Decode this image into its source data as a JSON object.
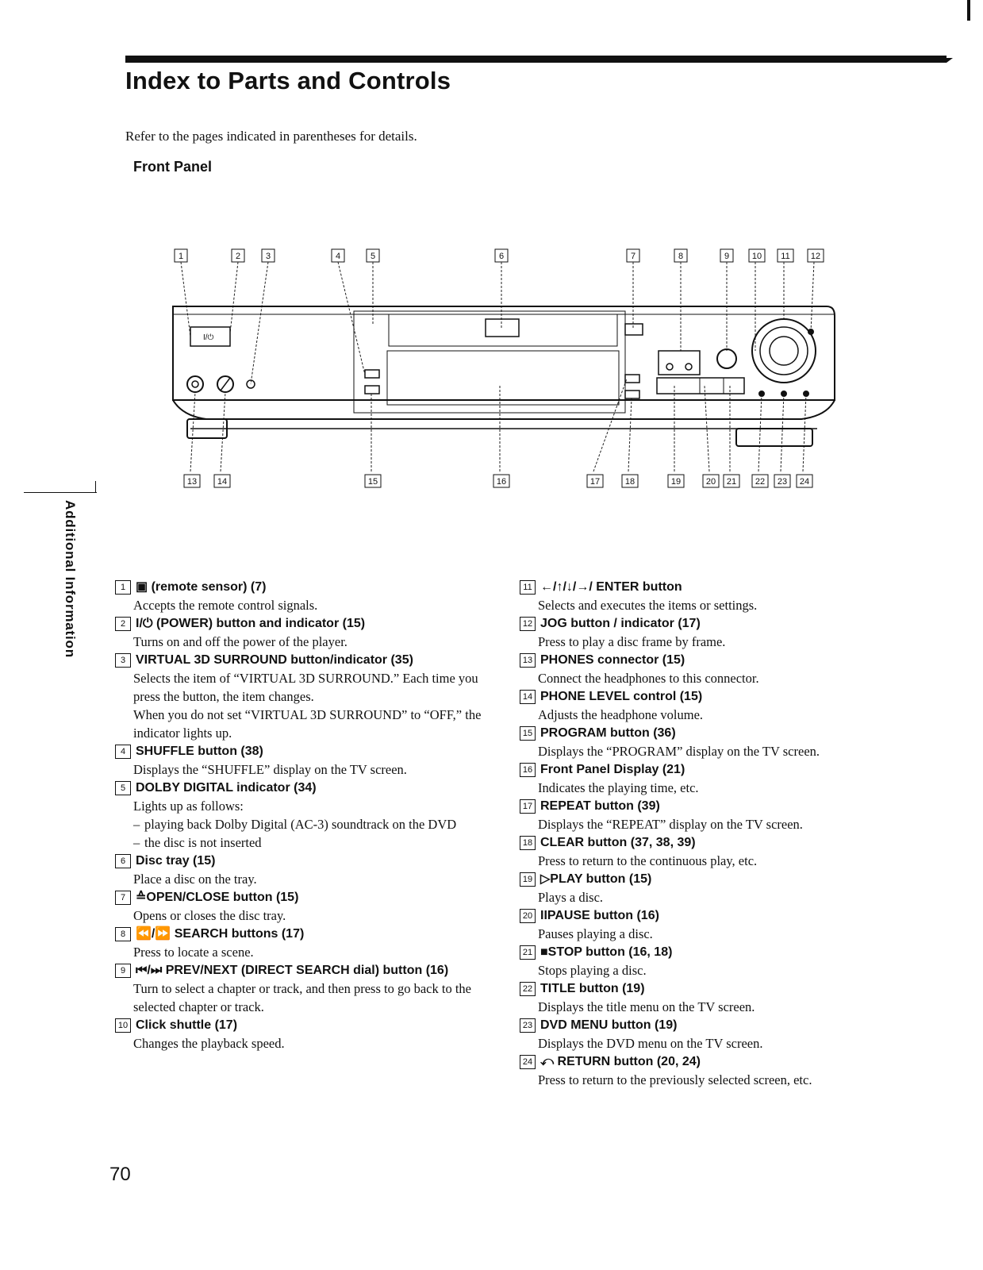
{
  "title": "Index to Parts and Controls",
  "intro": "Refer to the pages indicated in parentheses for details.",
  "subhead": "Front Panel",
  "side_tab": "Additional Information",
  "page_number": "70",
  "diagram": {
    "callouts_top": [
      "1",
      "2",
      "3",
      "4",
      "5",
      "6",
      "7",
      "8",
      "9",
      "10",
      "11",
      "12"
    ],
    "callouts_bottom": [
      "13",
      "14",
      "15",
      "16",
      "17",
      "18",
      "19",
      "20",
      "21",
      "22",
      "23",
      "24"
    ],
    "power_label": "I/⏻"
  },
  "left_items": [
    {
      "num": "1",
      "head": "▣ (remote sensor) (7)",
      "desc": [
        "Accepts the remote control signals."
      ]
    },
    {
      "num": "2",
      "head": "I/⏻ (POWER) button and indicator (15)",
      "desc": [
        "Turns on and off the power of the player."
      ]
    },
    {
      "num": "3",
      "head": "VIRTUAL 3D SURROUND button/indicator (35)",
      "desc": [
        "Selects the item of “VIRTUAL 3D SURROUND.” Each time you press the button, the item changes.",
        "When you do not set “VIRTUAL 3D SURROUND” to “OFF,” the indicator lights up."
      ]
    },
    {
      "num": "4",
      "head": "SHUFFLE button (38)",
      "desc": [
        "Displays the “SHUFFLE” display on the TV screen."
      ]
    },
    {
      "num": "5",
      "head": "DOLBY DIGITAL indicator (34)",
      "desc": [
        "Lights up as follows:"
      ],
      "bullets": [
        "playing back Dolby Digital (AC-3) soundtrack on the DVD",
        "the disc is not inserted"
      ]
    },
    {
      "num": "6",
      "head": "Disc tray (15)",
      "desc": [
        "Place a disc on the tray."
      ]
    },
    {
      "num": "7",
      "head": "≙OPEN/CLOSE button (15)",
      "desc": [
        "Opens or closes the disc tray."
      ]
    },
    {
      "num": "8",
      "head": "⏪/⏩ SEARCH buttons (17)",
      "desc": [
        "Press to locate a scene."
      ]
    },
    {
      "num": "9",
      "head": "⏮/⏭ PREV/NEXT (DIRECT SEARCH dial) button (16)",
      "desc": [
        "Turn to select a chapter or track, and then press to go back to the selected chapter or track."
      ]
    },
    {
      "num": "10",
      "head": "Click shuttle (17)",
      "desc": [
        "Changes the playback speed."
      ]
    }
  ],
  "right_items": [
    {
      "num": "11",
      "head": "←/↑/↓/→/ ENTER button",
      "desc": [
        "Selects and executes the items or settings."
      ]
    },
    {
      "num": "12",
      "head": "JOG button / indicator (17)",
      "desc": [
        "Press to play a disc frame by frame."
      ]
    },
    {
      "num": "13",
      "head": "PHONES connector (15)",
      "desc": [
        "Connect the headphones to this connector."
      ]
    },
    {
      "num": "14",
      "head": "PHONE LEVEL control (15)",
      "desc": [
        "Adjusts the headphone volume."
      ]
    },
    {
      "num": "15",
      "head": "PROGRAM button (36)",
      "desc": [
        "Displays the “PROGRAM” display on the TV screen."
      ]
    },
    {
      "num": "16",
      "head": "Front Panel Display (21)",
      "desc": [
        "Indicates the playing time, etc."
      ]
    },
    {
      "num": "17",
      "head": "REPEAT button (39)",
      "desc": [
        "Displays the “REPEAT” display on the TV screen."
      ]
    },
    {
      "num": "18",
      "head": "CLEAR button (37, 38, 39)",
      "desc": [
        "Press to return to the continuous play, etc."
      ]
    },
    {
      "num": "19",
      "head": "▷PLAY button (15)",
      "desc": [
        "Plays a disc."
      ]
    },
    {
      "num": "20",
      "head": "IIPAUSE button (16)",
      "desc": [
        "Pauses playing a disc."
      ]
    },
    {
      "num": "21",
      "head": "■STOP button (16, 18)",
      "desc": [
        "Stops playing a disc."
      ]
    },
    {
      "num": "22",
      "head": "TITLE button (19)",
      "desc": [
        "Displays the title menu on the TV screen."
      ]
    },
    {
      "num": "23",
      "head": "DVD MENU button (19)",
      "desc": [
        "Displays the DVD menu on the TV screen."
      ]
    },
    {
      "num": "24",
      "head": "⤺ RETURN button (20, 24)",
      "desc": [
        "Press to return to the previously selected screen, etc."
      ]
    }
  ]
}
